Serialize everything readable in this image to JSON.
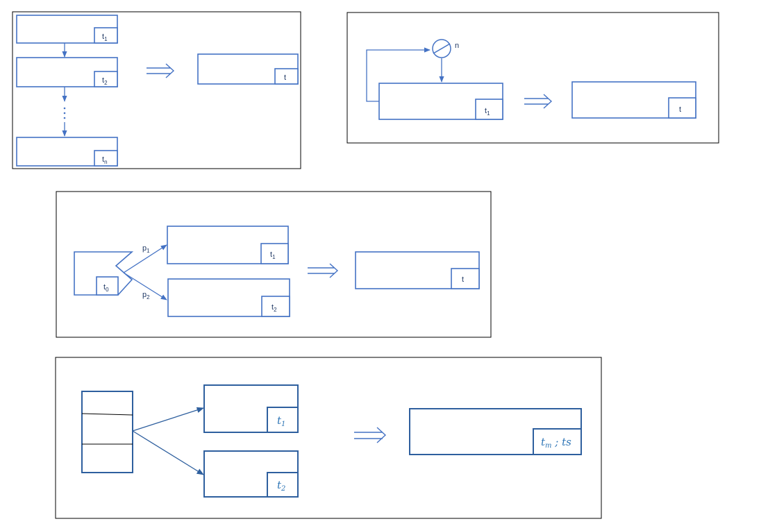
{
  "panel1": {
    "labels": [
      {
        "base": "t",
        "sub": "1"
      },
      {
        "base": "t",
        "sub": "2"
      },
      {
        "base": "t",
        "sub": "n"
      }
    ],
    "result": {
      "base": "t",
      "sub": ""
    }
  },
  "panel2": {
    "count_label": "n",
    "label": {
      "base": "t",
      "sub": "1"
    },
    "result": {
      "base": "t",
      "sub": ""
    }
  },
  "panel3": {
    "origin": {
      "base": "t",
      "sub": "0"
    },
    "labels": [
      {
        "base": "t",
        "sub": "1"
      },
      {
        "base": "t",
        "sub": "2"
      }
    ],
    "probs": [
      {
        "base": "p",
        "sub": "1"
      },
      {
        "base": "p",
        "sub": "2"
      }
    ],
    "result": {
      "base": "t",
      "sub": ""
    }
  },
  "panel4": {
    "labels": [
      {
        "base": "t",
        "sub": "1"
      },
      {
        "base": "t",
        "sub": "2"
      }
    ],
    "result": {
      "base": "t",
      "sub": "m",
      "tail": " ; ts"
    }
  },
  "colors": {
    "stroke": "#4472c4",
    "dark_stroke": "#2e5f9e",
    "text": "#1f3864",
    "math_text": "#2e75b6"
  }
}
